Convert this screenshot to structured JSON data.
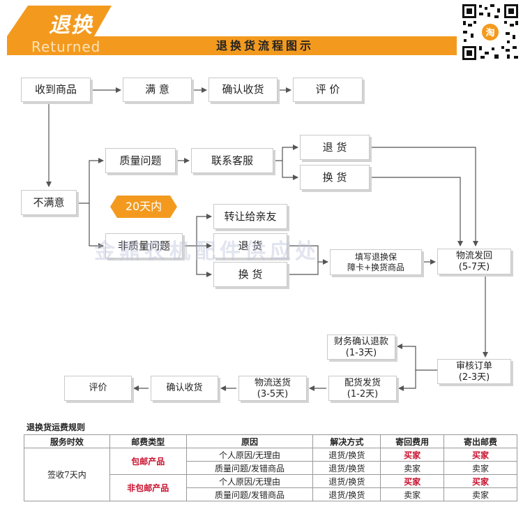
{
  "header": {
    "title_cn": "退换",
    "title_en": "Returned",
    "flow_title": "退换货流程图示",
    "badge_icon": "taobao-icon"
  },
  "nodes": {
    "received": "收到商品",
    "satisfied": "满 意",
    "confirm_receipt": "确认收货",
    "review": "评 价",
    "unsatisfied": "不满意",
    "quality_issue": "质量问题",
    "contact_service": "联系客服",
    "return_a": "退 货",
    "exchange_a": "换 货",
    "days_badge": "20天内",
    "non_quality_issue": "非质量问题",
    "transfer": "转让给亲友",
    "return_b": "退 货",
    "exchange_b": "换 货",
    "fill_card": [
      "填写退换保",
      "障卡+换货商品"
    ],
    "ship_back": [
      "物流发回",
      "(5-7天)"
    ],
    "audit": [
      "审核订单",
      "(2-3天)"
    ],
    "refund": [
      "财务确认退款",
      "(1-3天)"
    ],
    "dispatch": [
      "配货发货",
      "(1-2天)"
    ],
    "delivery": [
      "物流送货",
      "(3-5天)"
    ],
    "confirm_receipt_2": "确认收货",
    "review_2": "评价"
  },
  "watermark": "金鼎农机配件供应处",
  "rules": {
    "title": "退换货运费规则",
    "headers": [
      "服务时效",
      "邮费类型",
      "原因",
      "解决方式",
      "寄回费用",
      "寄出邮费"
    ],
    "service_period": "签收7天内",
    "groups": [
      {
        "type": "包邮产品",
        "rows": [
          {
            "reason": "个人原因/无理由",
            "solution": "退货/换货",
            "return_fee": "买家",
            "send_fee": "买家",
            "return_red": true,
            "send_red": true
          },
          {
            "reason": "质量问题/发错商品",
            "solution": "退货/换货",
            "return_fee": "卖家",
            "send_fee": "卖家",
            "return_red": false,
            "send_red": false
          }
        ]
      },
      {
        "type": "非包邮产品",
        "rows": [
          {
            "reason": "个人原因/无理由",
            "solution": "退货/换货",
            "return_fee": "买家",
            "send_fee": "买家",
            "return_red": true,
            "send_red": true
          },
          {
            "reason": "质量问题/发错商品",
            "solution": "退货/换货",
            "return_fee": "卖家",
            "send_fee": "卖家",
            "return_red": false,
            "send_red": false
          }
        ]
      }
    ]
  },
  "colors": {
    "accent": "#f39a1e",
    "red": "#c8102e"
  }
}
